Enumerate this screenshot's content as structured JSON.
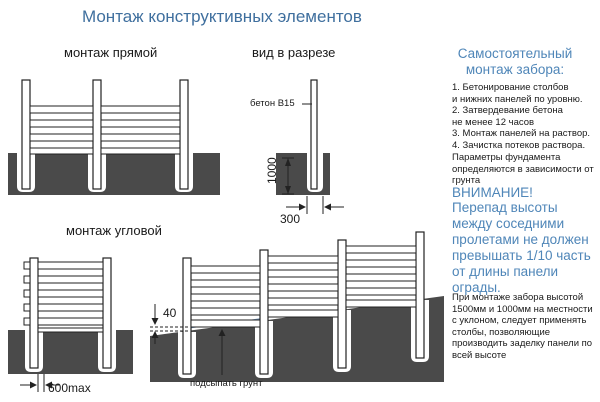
{
  "title": "Монтаж конструктивных элементов",
  "views": {
    "straight": "монтаж прямой",
    "section": "вид в разрезе",
    "corner": "монтаж угловой"
  },
  "annotations": {
    "concrete": "бетон В15",
    "depth": "1000",
    "width": "300",
    "post_gap": "600max",
    "step_height": "40",
    "fill_soil": "подсыпать грунт"
  },
  "instructions": {
    "heading": "Самостоятельный монтаж забора:",
    "steps": [
      "1. Бетонирование столбов",
      "и нижних панелей по уровню.",
      "2. Затвердевание бетона",
      "не менее 12 часов",
      "3. Монтаж панелей на раствор.",
      "4. Зачистка потеков раствора."
    ],
    "params": "Параметры фундамента определяются в зависимости от грунта",
    "warning_heading": "ВНИМАНИЕ!",
    "warning": "Перепад высоты между соседними пролетами не должен превышать 1/10 часть от длины панели ограды.",
    "slope_note": "При монтаже забора высотой 1500мм и 1000мм на местности с уклоном, следует применять столбы, позволяющие производить заделку панели по всей высоте"
  },
  "colors": {
    "title": "#3f6f9e",
    "accent": "#4f86b8",
    "ground": "#4a4a4a",
    "post": "#ffffff",
    "line": "#222222"
  }
}
